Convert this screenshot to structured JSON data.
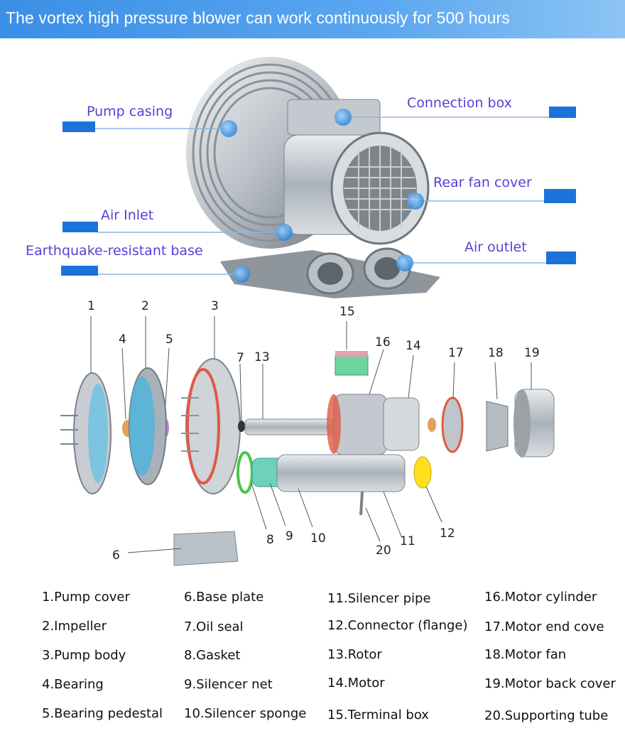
{
  "banner": {
    "title": "The vortex high pressure blower can work continuously for 500 hours"
  },
  "colors": {
    "banner": "#4a9be9",
    "callout_text": "#5a3fd6",
    "callout_bar": "#1a73d9",
    "dot": "#3a8fe0"
  },
  "callouts": {
    "pump_casing": "Pump casing",
    "connection_box": "Connection box",
    "rear_fan_cover": "Rear fan cover",
    "air_inlet": "Air Inlet",
    "air_outlet": "Air outlet",
    "base": "Earthquake-resistant base"
  },
  "part_numbers": [
    "1",
    "2",
    "3",
    "4",
    "5",
    "6",
    "7",
    "8",
    "9",
    "10",
    "11",
    "12",
    "13",
    "14",
    "15",
    "16",
    "17",
    "18",
    "19",
    "20"
  ],
  "legend": [
    "1.Pump cover",
    "2.Impeller",
    "3.Pump body",
    "4.Bearing",
    "5.Bearing pedestal",
    "6.Base plate",
    "7.Oil seal",
    "8.Gasket",
    "9.Silencer net",
    "10.Silencer sponge",
    "11.Silencer pipe",
    "12.Connector (flange)",
    "13.Rotor",
    "14.Motor",
    "15.Terminal box",
    "16.Motor cylinder",
    "17.Motor end cove",
    "18.Motor fan",
    "19.Motor back cover",
    "20.Supporting tube"
  ]
}
